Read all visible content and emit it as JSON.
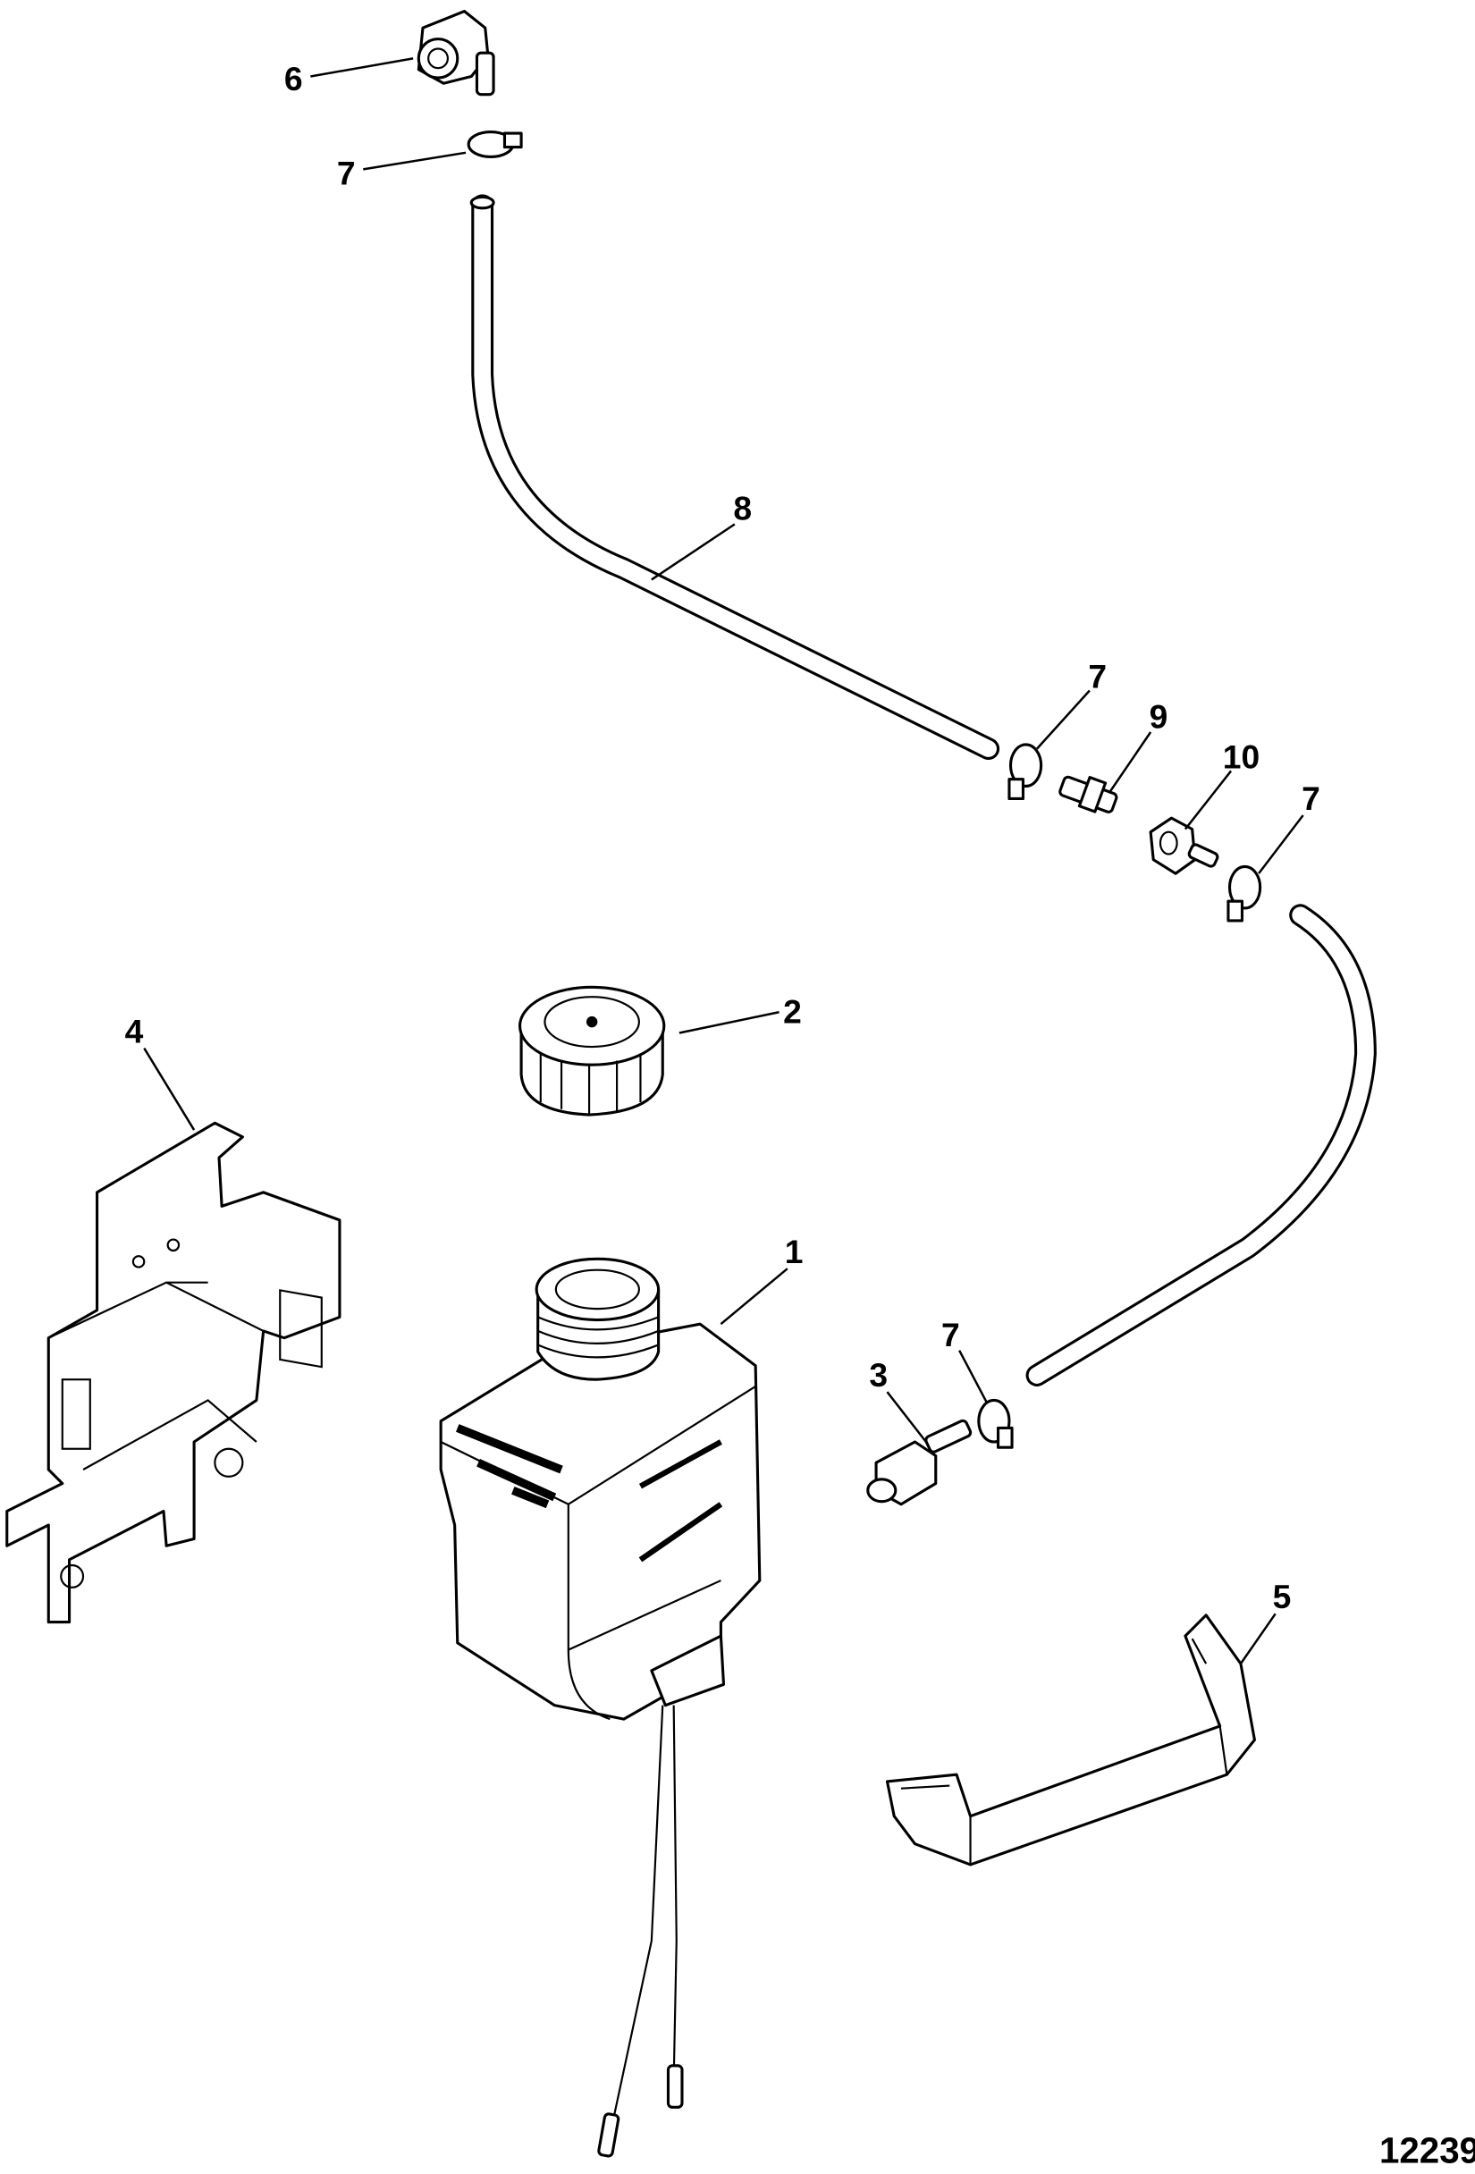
{
  "diagram": {
    "figure_number": "12239",
    "callouts": [
      {
        "id": "6"
      },
      {
        "id": "7"
      },
      {
        "id": "8"
      },
      {
        "id": "7"
      },
      {
        "id": "9"
      },
      {
        "id": "10"
      },
      {
        "id": "7"
      },
      {
        "id": "2"
      },
      {
        "id": "4"
      },
      {
        "id": "1"
      },
      {
        "id": "7"
      },
      {
        "id": "3"
      },
      {
        "id": "5"
      }
    ],
    "colors": {
      "line": "#000000",
      "background": "#ffffff"
    }
  }
}
